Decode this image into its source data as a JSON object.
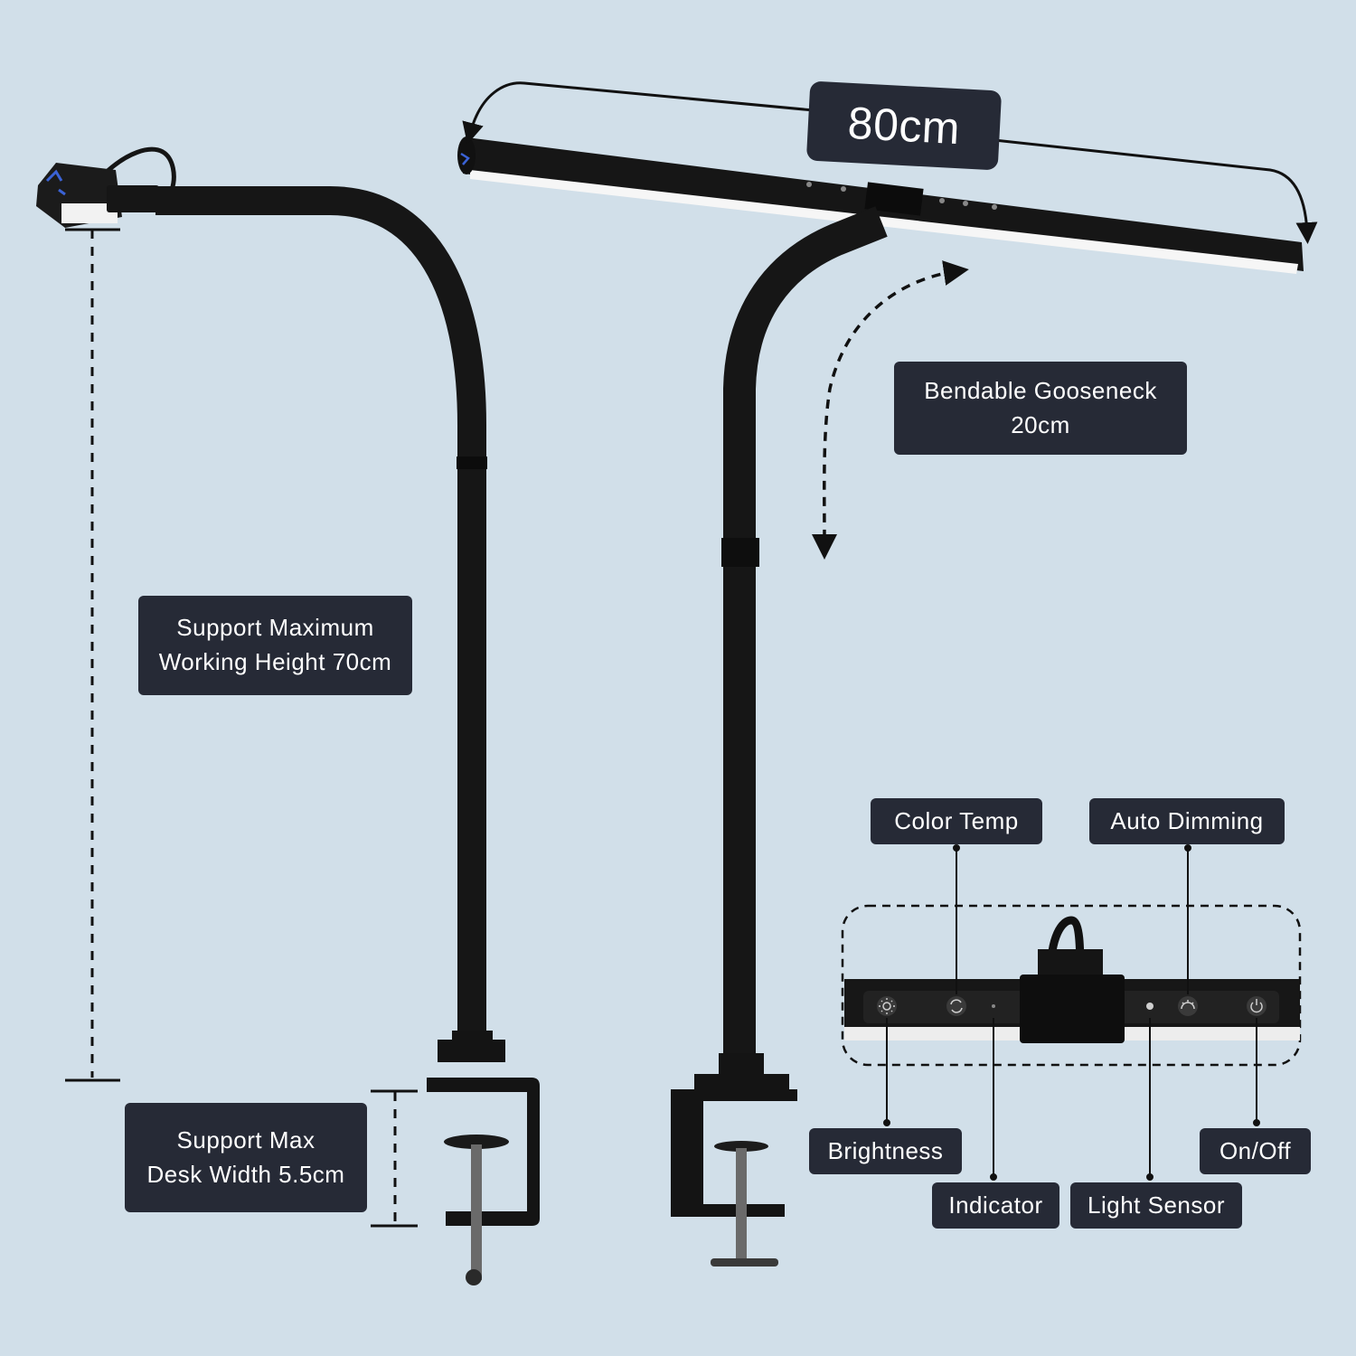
{
  "labels": {
    "length": "80cm",
    "gooseneck_line1": "Bendable Gooseneck",
    "gooseneck_line2": "20cm",
    "height_line1": "Support Maximum",
    "height_line2": "Working Height 70cm",
    "desk_line1": "Support Max",
    "desk_line2": "Desk Width 5.5cm",
    "color_temp": "Color Temp",
    "auto_dimming": "Auto Dimming",
    "brightness": "Brightness",
    "on_off": "On/Off",
    "indicator": "Indicator",
    "light_sensor": "Light Sensor"
  },
  "colors": {
    "background": "#d1dfe9",
    "label_bg": "#262a36",
    "lamp_body": "#141414",
    "accent_blue": "#2a4fc8"
  },
  "icons": [
    "brightness-icon",
    "color-temp-icon",
    "indicator-dot-icon",
    "light-sensor-dot-icon",
    "auto-dimming-icon",
    "power-icon"
  ]
}
